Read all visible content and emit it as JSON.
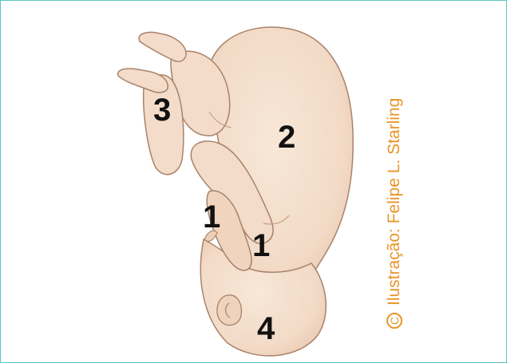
{
  "labels": {
    "arms_a": "1",
    "arms_b": "1",
    "trunk": "2",
    "legs": "3",
    "head": "4"
  },
  "credit": {
    "symbol": "C",
    "text": "Ilustração: Felipe L. Starling"
  },
  "colors": {
    "border": "#5ec4c4",
    "skin": "#f3dcc9",
    "skin_shadow": "#e2bfa3",
    "outline": "#a8826a",
    "credit": "#e8952a"
  }
}
